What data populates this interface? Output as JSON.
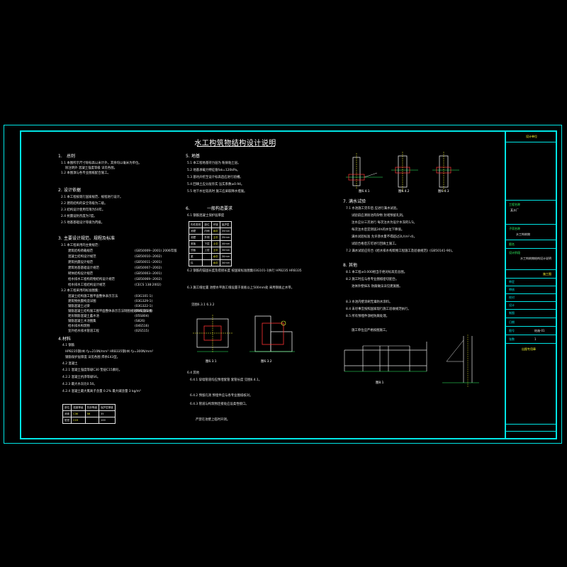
{
  "sheet_title": "水工构筑物结构设计说明",
  "col1": {
    "s1_no": "1.",
    "s1_title": "总则",
    "s1_lines": [
      "1.1 本图所示尺寸除标高以米计外，其余均以毫米为单位。",
      "除注明外 混凝土强度等级 详见各图。",
      "1.2 本图须与各专业图纸配合施工。"
    ],
    "s2_no": "2.",
    "s2_title": "设计依据",
    "s2_lines": [
      "2.1 本工程按现行国家规范、规程进行设计。",
      "2.2 建筑结构的安全等级为二级。",
      "2.3 结构设计使用年限为50年。",
      "2.4 抗震设防烈度为7度。",
      "2.5 地基基础设计等级为丙级。"
    ],
    "s3_no": "3.",
    "s3_title": "主要设计规范、规程及标准",
    "s3_sub1": "3.1 本工程采用的主要规范：",
    "s3_items": [
      {
        "name": "建筑结构荷载规范",
        "code": "(GB50009--2001) 2006年版"
      },
      {
        "name": "混凝土结构设计规范",
        "code": "(GB50010--2002)"
      },
      {
        "name": "建筑抗震设计规范",
        "code": "(GB50011--2001)"
      },
      {
        "name": "建筑地基基础设计规范",
        "code": "(GB50007--2002)"
      },
      {
        "name": "砌体结构设计规范",
        "code": "(GB50003--2001)"
      },
      {
        "name": "给水排水工程构筑物结构设计规范",
        "code": "(GB50069--2002)"
      },
      {
        "name": "给水排水工程结构设计规范",
        "code": "(CECS 138:2002)"
      }
    ],
    "s3_sub2": "3.2 本工程采用的标准图集：",
    "s3_items2": [
      {
        "name": "混凝土结构施工图平面整体表示方法",
        "code": "(03G101-1)"
      },
      {
        "name": "建筑物抗震构造详图",
        "code": "(03G329-1)"
      },
      {
        "name": "钢筋混凝土过梁",
        "code": "(03G322-1)"
      },
      {
        "name": "钢筋混凝土结构施工图平面整体表示方法制图规则和构造详图",
        "code": "(04G101-4)"
      },
      {
        "name": "矩形钢筋混凝土蓄水池",
        "code": "(05S804)"
      },
      {
        "name": "钢筋混凝土水池图集",
        "code": "(S826)"
      },
      {
        "name": "给水排水构筑物",
        "code": "(04S516)"
      },
      {
        "name": "室外给水排水管道工程",
        "code": "(02S515)"
      }
    ],
    "s4_no": "4.",
    "s4_title": "材料",
    "s4_sub1": "4.1 钢筋",
    "s4_lines1": [
      "HPB235钢(Φ) fy=210N/mm²  HRB335钢(Φ) fy=300N/mm²",
      "钢筋保护层厚度 详见各图 焊条E43型。"
    ],
    "s4_sub2": "4.2 混凝土",
    "s4_lines2": [
      "4.2.1 混凝土强度等级C30 垫层C15素砼。",
      "4.2.2 混凝土抗渗等级S6。",
      "4.2.3 最大水灰比0.50。",
      "4.2.4 混凝土最大氯离子含量 0.2%  最大碱含量 3 kg/m³"
    ],
    "mat_table": {
      "headers": [
        "部位",
        "强度等级",
        "抗渗等级",
        "保护层厚度"
      ],
      "rows": [
        [
          "池体",
          "C30",
          "S6",
          "35"
        ],
        [
          "垫层",
          "C15",
          "",
          "100"
        ]
      ]
    }
  },
  "col2": {
    "s5_no": "5.",
    "s5_title": "地基",
    "s5_lines": [
      "5.1 本工程地基持力层为 粉质粘土层。",
      "5.2 地基承载力特征值fak=120kPa。",
      "5.3 基坑开挖至设计标高后应进行验槽。",
      "5.4 回填土应分层夯实 压实系数≥0.94。",
      "5.5 地下水位较高时 施工应采取降水措施。"
    ],
    "s6_no": "6.",
    "s6_title": "一般构造要求",
    "s6_sub1": "6.1 钢筋混凝土保护层厚度",
    "cover_table": {
      "headers": [
        "构件类别",
        "部位",
        "环境",
        "保护层"
      ],
      "rows": [
        [
          "池壁",
          "内侧",
          "水中",
          "35mm"
        ],
        [
          "池壁",
          "外侧",
          "土中",
          "35mm"
        ],
        [
          "底板",
          "下层",
          "土中",
          "40mm"
        ],
        [
          "顶板",
          "上层",
          "土中",
          "30mm"
        ],
        [
          "梁",
          "",
          "水中",
          "30mm"
        ],
        [
          "柱",
          "",
          "水中",
          "30mm"
        ]
      ]
    },
    "s6_2": "6.2 钢筋的锚固长度及搭接长度 按国家标准图集03G101-1执行 HPB235 HRB335",
    "s6_3": "6.3 施工缝位置 池壁水平施工缝设置于底板以上500mm处 采用钢板止水带。",
    "s6_3b": "见图6.3.1  6.3.2",
    "fig631": "图6.3.1",
    "fig632": "图6.3.2",
    "s6_4": "6.4 其他",
    "s6_4_lines": [
      "6.4.1 穿墙管道均应预埋套管 套管长度 见图6.4.1。",
      "6.4.2 预留孔洞 预埋件应与各专业图纸核对。",
      "6.4.3 管道与构筑物连接处应设柔性接口。",
      "严禁在池壁上临时开洞。"
    ]
  },
  "col3": {
    "fig641": "图6.4.1",
    "fig64a": "图6.4.2",
    "fig64b": "图6.4.3",
    "s7_no": "7.",
    "s7_title": "满水试验",
    "s7_lines": [
      "7.1 水池施工完毕后 应进行满水试验。",
      "试验前应清除池内杂物 封堵预留孔洞。",
      "注水应分三次进行 每次注水为设计水深的1/3。",
      "每次注水后宜测读24h的水位下降值。",
      "满水试验标准 允许渗水量不得超过2L/(m²·d)。",
      "试验合格后方可进行回填土施工。",
      "7.2 满水试验应符合《给水排水构筑物工程施工及验收规范》(GB50141-90)。"
    ],
    "s8_no": "8.",
    "s8_title": "其他",
    "s8_lines": [
      "8.1 本工程±0.000相当于绝对标高见总图。",
      "8.2 施工时应与各专业图纸密切配合。",
      "池体外壁抹灰 防腐做法详见建施图。",
      "8.3 水池内壁涂刷无毒防水涂料。",
      "8.4 未尽事宜按照国家现行施工验收规范执行。",
      "8.5 所有预埋件须经防腐处理。",
      "施工单位应严格按图施工。"
    ],
    "fig81": "图8.1"
  },
  "title_block": {
    "t1": "设计单位",
    "project_label": "工程名称",
    "project_value": "某水厂",
    "sub_label": "子项名称",
    "sub_value": "水工构筑物",
    "drawing_label": "图名",
    "drawing_value": "水工构筑物结构设计说明",
    "stage_label": "设计阶段",
    "stage_value": "施工图",
    "rows": [
      "审定",
      "审核",
      "校对",
      "设计",
      "制图"
    ],
    "cert_label": "出图专用章",
    "date_label": "日期",
    "date_value": "",
    "no_label": "图号",
    "no_value": "结施-01",
    "sheet_label": "张数",
    "sheet_value": "1"
  }
}
